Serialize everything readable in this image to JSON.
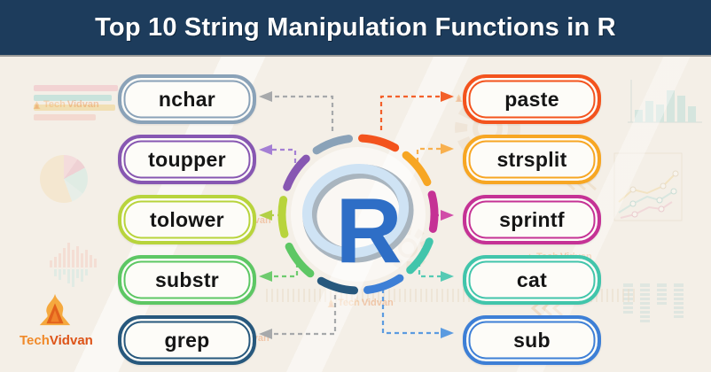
{
  "title": "Top 10 String Manipulation Functions in R",
  "brand": {
    "tech": "Tech",
    "vidvan": "Vidvan"
  },
  "center": {
    "letter": "R"
  },
  "colors": {
    "banner": "#1d3c5c",
    "background": "#f4efe7",
    "title_text": "#ffffff",
    "pill_text": "#151515",
    "r_letter": "#2e6ec6",
    "r_halo_light": "#cfe3f4",
    "r_halo_shadow": "#a9b5bf"
  },
  "functions": [
    {
      "side": "left",
      "label": "nchar",
      "color": "#8aa2b8",
      "arrow": "#a7a9ab"
    },
    {
      "side": "left",
      "label": "toupper",
      "color": "#8757b2",
      "arrow": "#a47fd4"
    },
    {
      "side": "left",
      "label": "tolower",
      "color": "#b8d43c",
      "arrow": "#b2d046"
    },
    {
      "side": "left",
      "label": "substr",
      "color": "#5dc764",
      "arrow": "#6ecb6e"
    },
    {
      "side": "left",
      "label": "grep",
      "color": "#27587d",
      "arrow": "#a7a9ab"
    },
    {
      "side": "right",
      "label": "paste",
      "color": "#f3531d",
      "arrow": "#f3602a"
    },
    {
      "side": "right",
      "label": "strsplit",
      "color": "#f7a623",
      "arrow": "#f8b04e"
    },
    {
      "side": "right",
      "label": "sprintf",
      "color": "#c53295",
      "arrow": "#d14da8"
    },
    {
      "side": "right",
      "label": "cat",
      "color": "#41c5ab",
      "arrow": "#56cab4"
    },
    {
      "side": "right",
      "label": "sub",
      "color": "#3d7fd6",
      "arrow": "#5b9be0"
    }
  ]
}
